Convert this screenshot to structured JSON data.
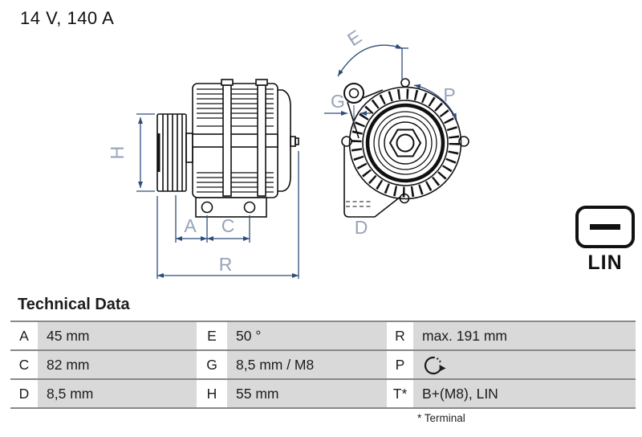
{
  "header": {
    "title": "14 V, 140 A"
  },
  "diagram": {
    "labels": {
      "H": "H",
      "A": "A",
      "C": "C",
      "R": "R",
      "E": "E",
      "G": "G",
      "P": "P",
      "D": "D"
    },
    "colors": {
      "dimension_line": "#2e4d7d",
      "dimension_label": "#97a3b8",
      "outline": "#111111"
    }
  },
  "connector": {
    "label": "LIN",
    "icon": "minus-terminal-icon"
  },
  "table": {
    "title": "Technical Data",
    "rows": [
      [
        "A",
        "45 mm",
        "E",
        "50 °",
        "R",
        "max. 191 mm"
      ],
      [
        "C",
        "82 mm",
        "G",
        "8,5 mm / M8",
        "P",
        ""
      ],
      [
        "D",
        "8,5 mm",
        "H",
        "55 mm",
        "T*",
        "B+(M8), LIN"
      ]
    ],
    "p_value_icon": "rotation-clockwise",
    "footnote": "* Terminal",
    "colors": {
      "cell_gray": "#d9d9d9",
      "line_gray": "#888888"
    }
  }
}
